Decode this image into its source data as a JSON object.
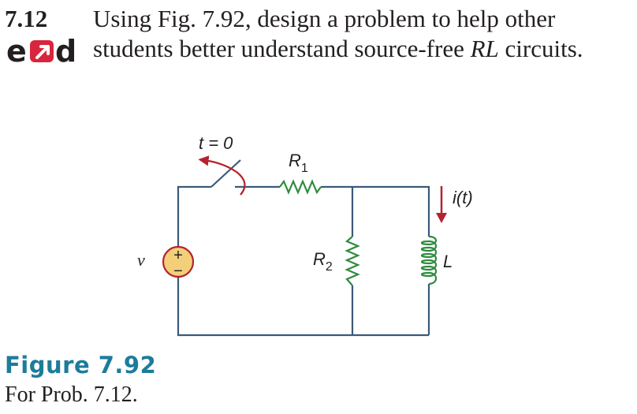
{
  "problem": {
    "number": "7.12",
    "line1": "Using Fig. 7.92, design a problem to help other",
    "line2_pre": "students better understand source-free ",
    "line2_italic": "RL",
    "line2_post": " circuits."
  },
  "logo": {
    "text_left": "e",
    "text_right": "d",
    "icon": "arrow-in-square-icon",
    "colors": {
      "dark": "#231f20",
      "accent": "#d7263d"
    }
  },
  "circuit": {
    "switch_label": "t = 0",
    "source_label": "v",
    "source_plus": "+",
    "source_minus": "−",
    "r1_label": "R",
    "r1_sub": "1",
    "r2_label": "R",
    "r2_sub": "2",
    "inductor_label": "L",
    "current_label": "i(t)",
    "colors": {
      "wire": "#3a5a7a",
      "component": "#2e8b3e",
      "arrow": "#b5232f",
      "source_fill": "#f3cf7a",
      "source_stroke": "#b5232f"
    }
  },
  "figure": {
    "title": "Figure 7.92",
    "caption": "For Prob. 7.12."
  }
}
